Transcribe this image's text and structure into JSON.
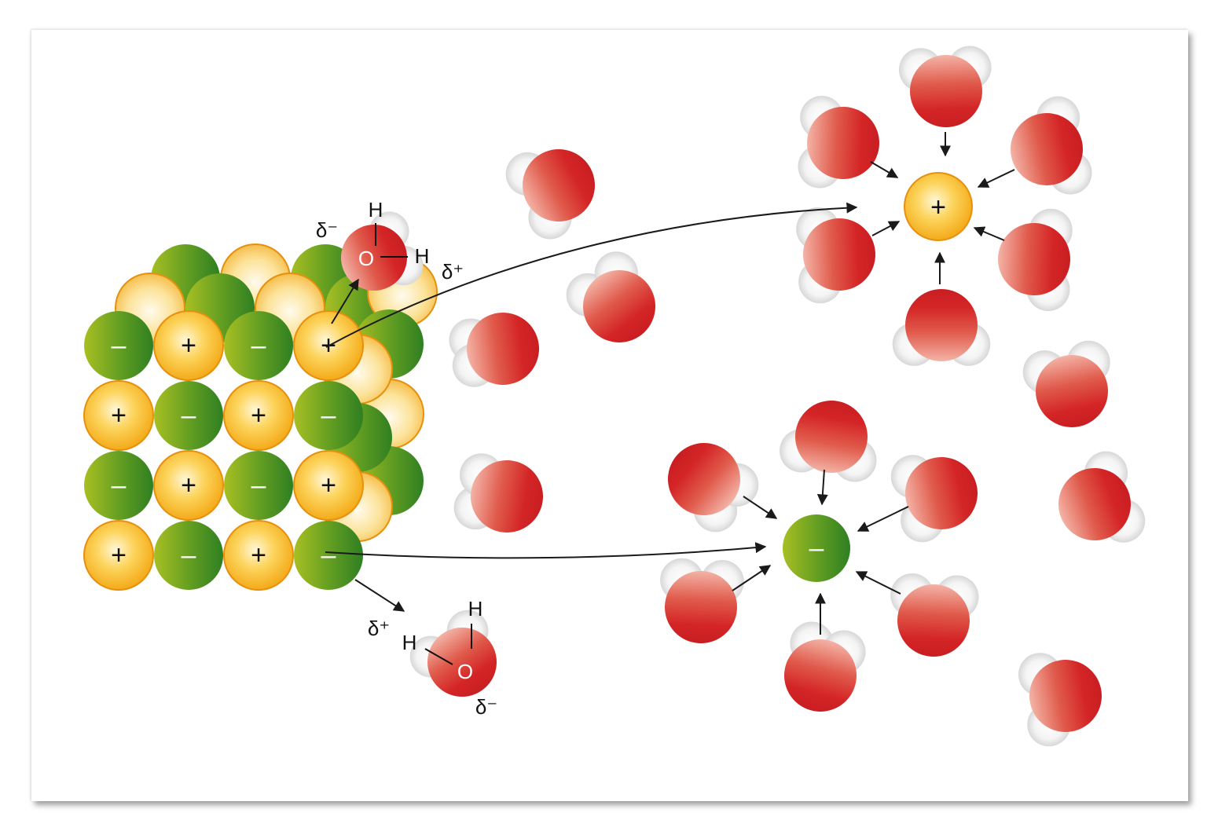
{
  "diagram": {
    "colors": {
      "cation": "#f7b21b",
      "cation_rim": "#e7900d",
      "anion": "#3f8f1f",
      "anion_light": "#a7be22",
      "oxygen": "#d42526",
      "hydrogen": "#ffffff",
      "arrow": "#1a1a1a",
      "background": "#ffffff"
    },
    "ion_symbols": {
      "cation": "+",
      "anion": "–"
    },
    "crystal_front_grid": [
      [
        "–",
        "+",
        "–",
        "+"
      ],
      [
        "+",
        "–",
        "+",
        "–"
      ],
      [
        "–",
        "+",
        "–",
        "+"
      ],
      [
        "+",
        "–",
        "+",
        "–"
      ]
    ],
    "water_top": {
      "atom_O": "O",
      "atom_H1": "H",
      "atom_H2": "H",
      "delta_O": "δ⁻",
      "delta_H": "δ⁺"
    },
    "water_bottom": {
      "atom_O": "O",
      "atom_H1": "H",
      "atom_H2": "H",
      "delta_O": "δ⁻",
      "delta_H": "δ⁺"
    },
    "hydrated_cation": {
      "symbol": "+"
    },
    "hydrated_anion": {
      "symbol": "–"
    }
  }
}
